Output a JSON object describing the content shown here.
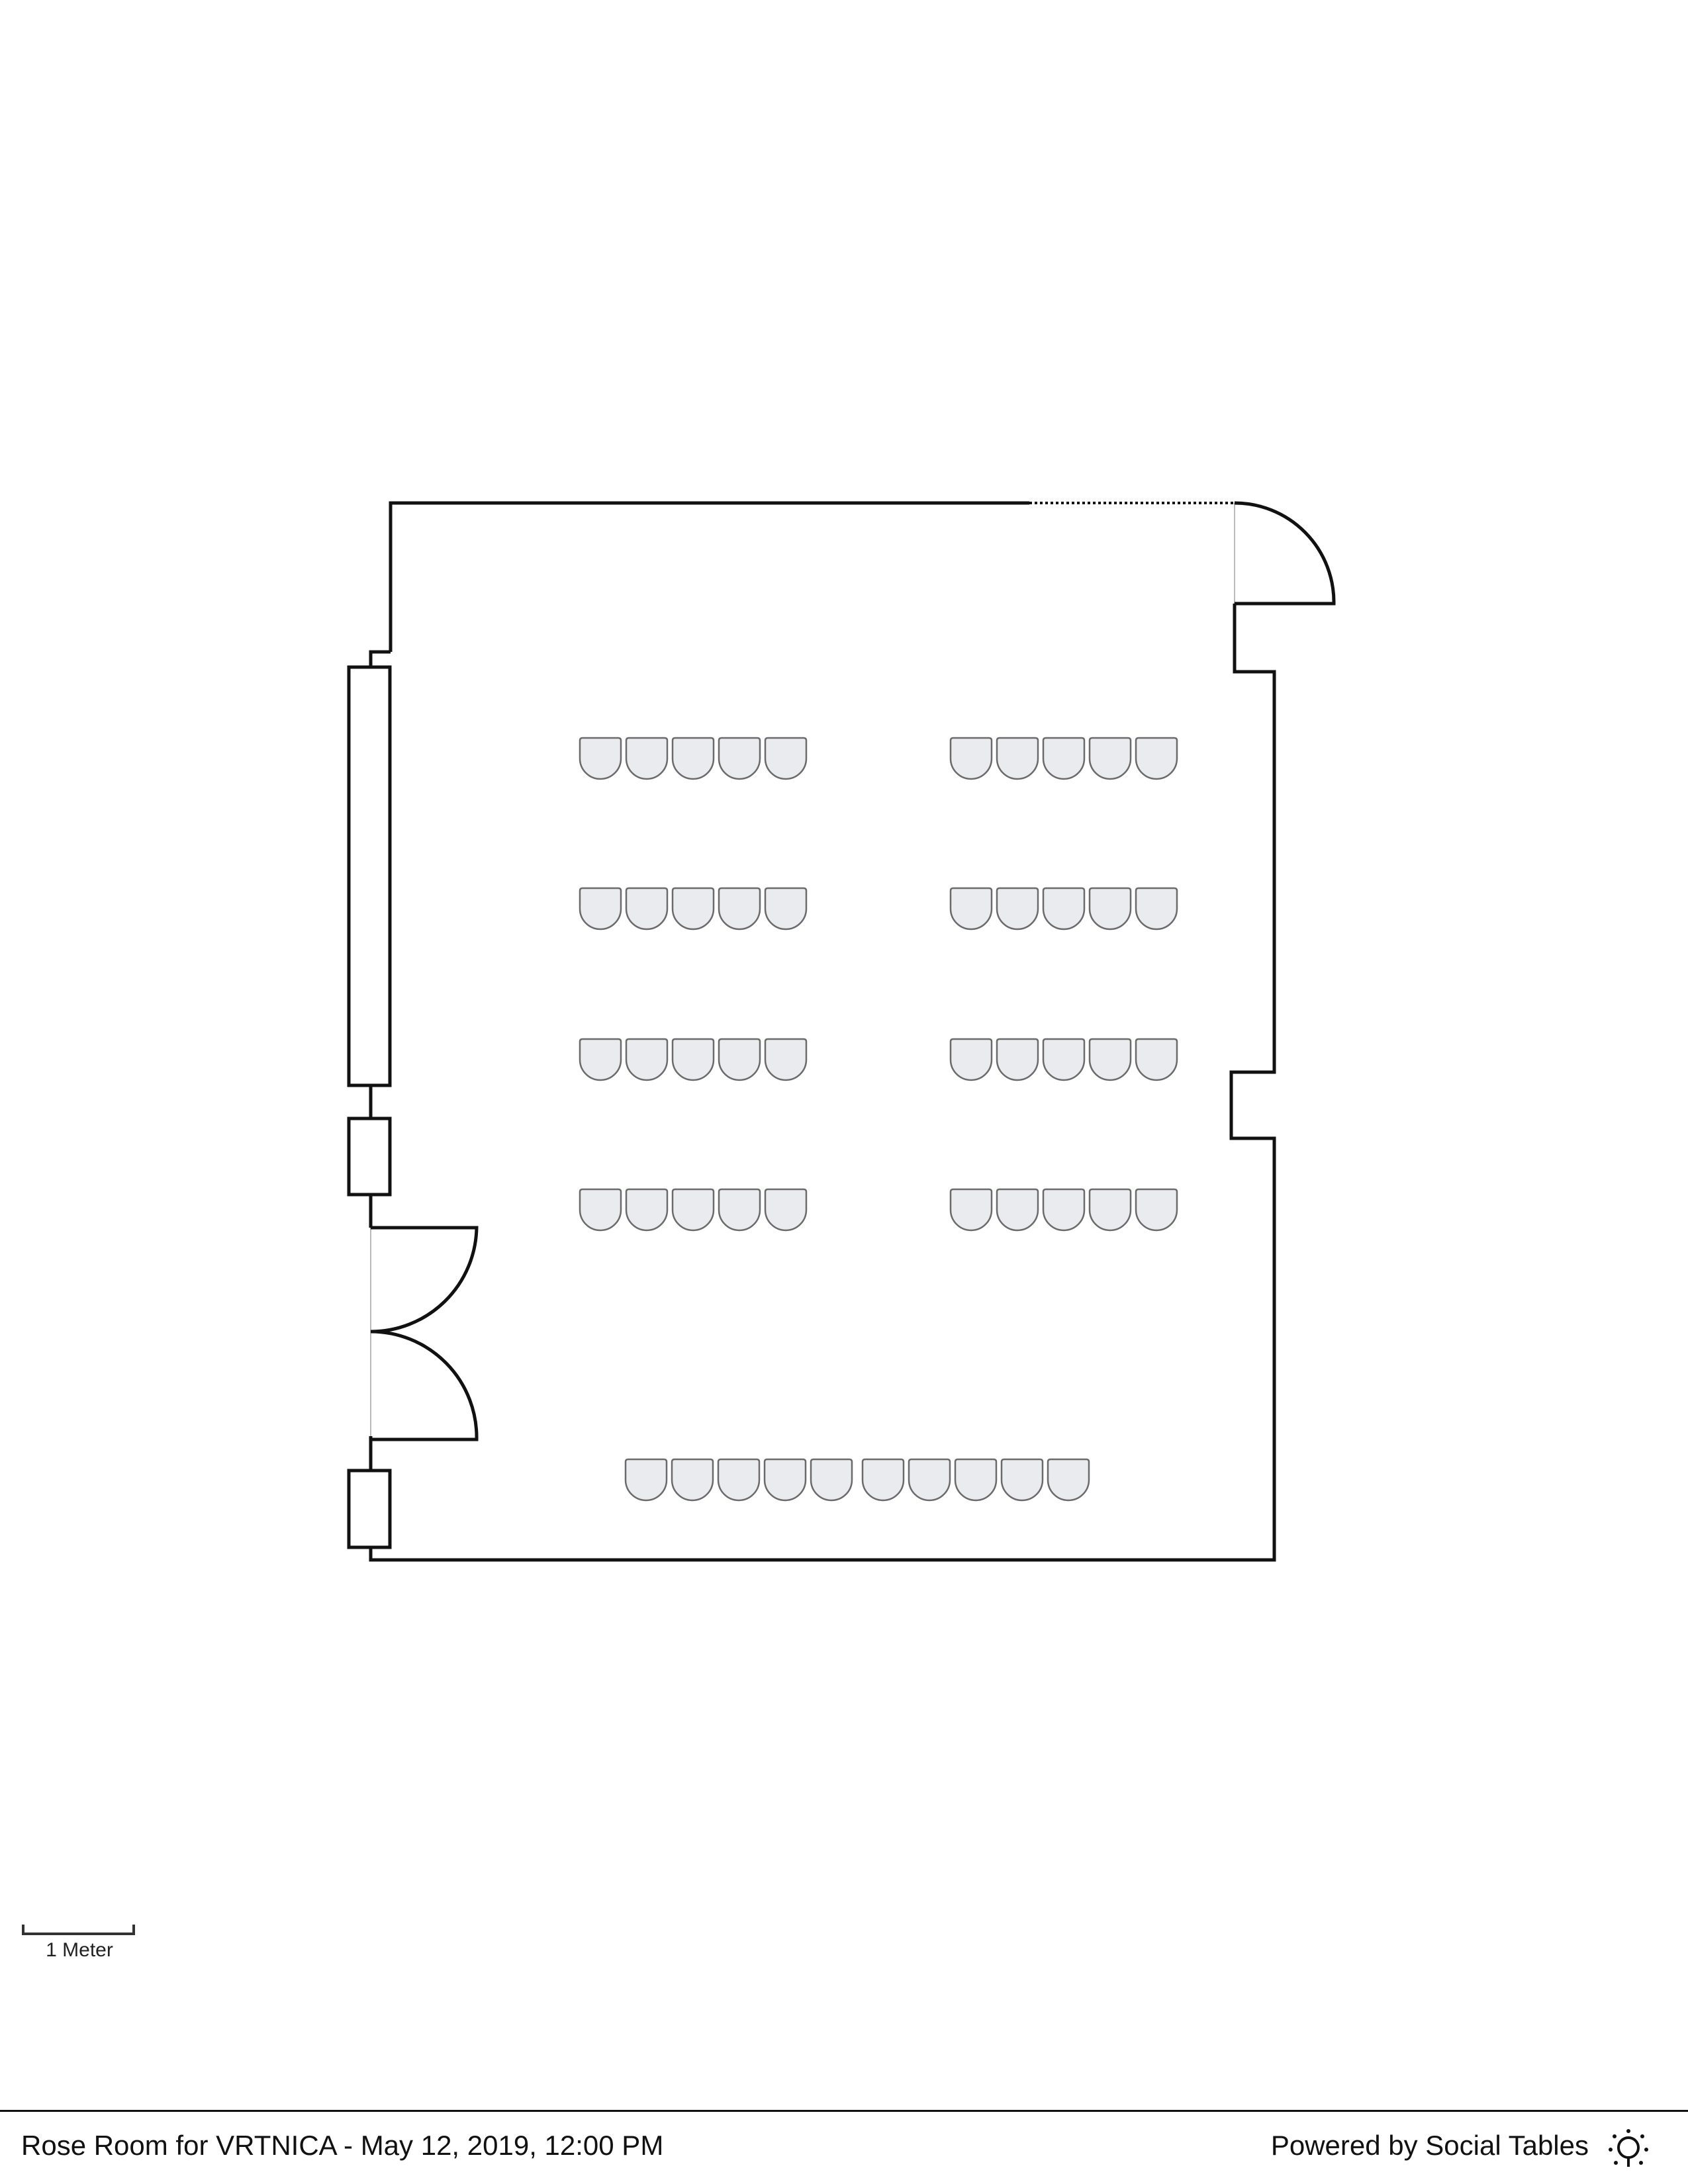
{
  "scale_bar": {
    "label": "1 Meter"
  },
  "footer": {
    "title": "Rose Room for VRTNICA - May 12, 2019, 12:00 PM",
    "brand": "Powered by Social Tables",
    "brand_icon": "social-tables-logo-icon"
  },
  "colors": {
    "chair_fill": "#e9ebee",
    "chair_stroke": "#6b6b6b",
    "wall": "#111111"
  },
  "seating": {
    "rows_left_blocks": 4,
    "rows_right_blocks": 4,
    "chairs_per_block": 5,
    "front_row_chairs": 10
  }
}
